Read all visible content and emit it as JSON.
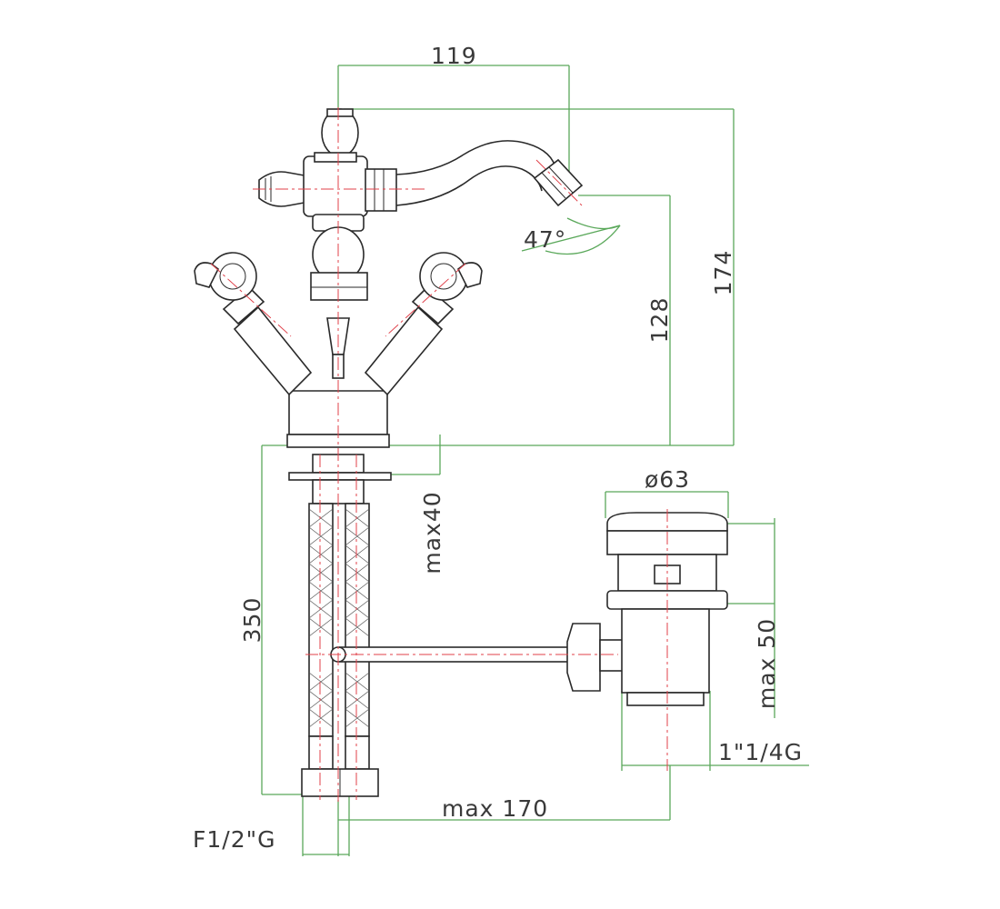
{
  "dimensions": {
    "spout_reach": "119",
    "total_height": "174",
    "spout_height": "128",
    "spray_angle": "47°",
    "max_deck_thickness": "max40",
    "hose_length": "350",
    "waste_diameter": "ø63",
    "waste_depth": "max 50",
    "waste_thread": "1\"1/4G",
    "max_rod_distance": "max 170",
    "inlet_thread": "F1/2\"G"
  },
  "colors": {
    "dimension_lines": "#5aa85a",
    "center_lines": "#e0414a",
    "outline": "#2a2a2a"
  }
}
